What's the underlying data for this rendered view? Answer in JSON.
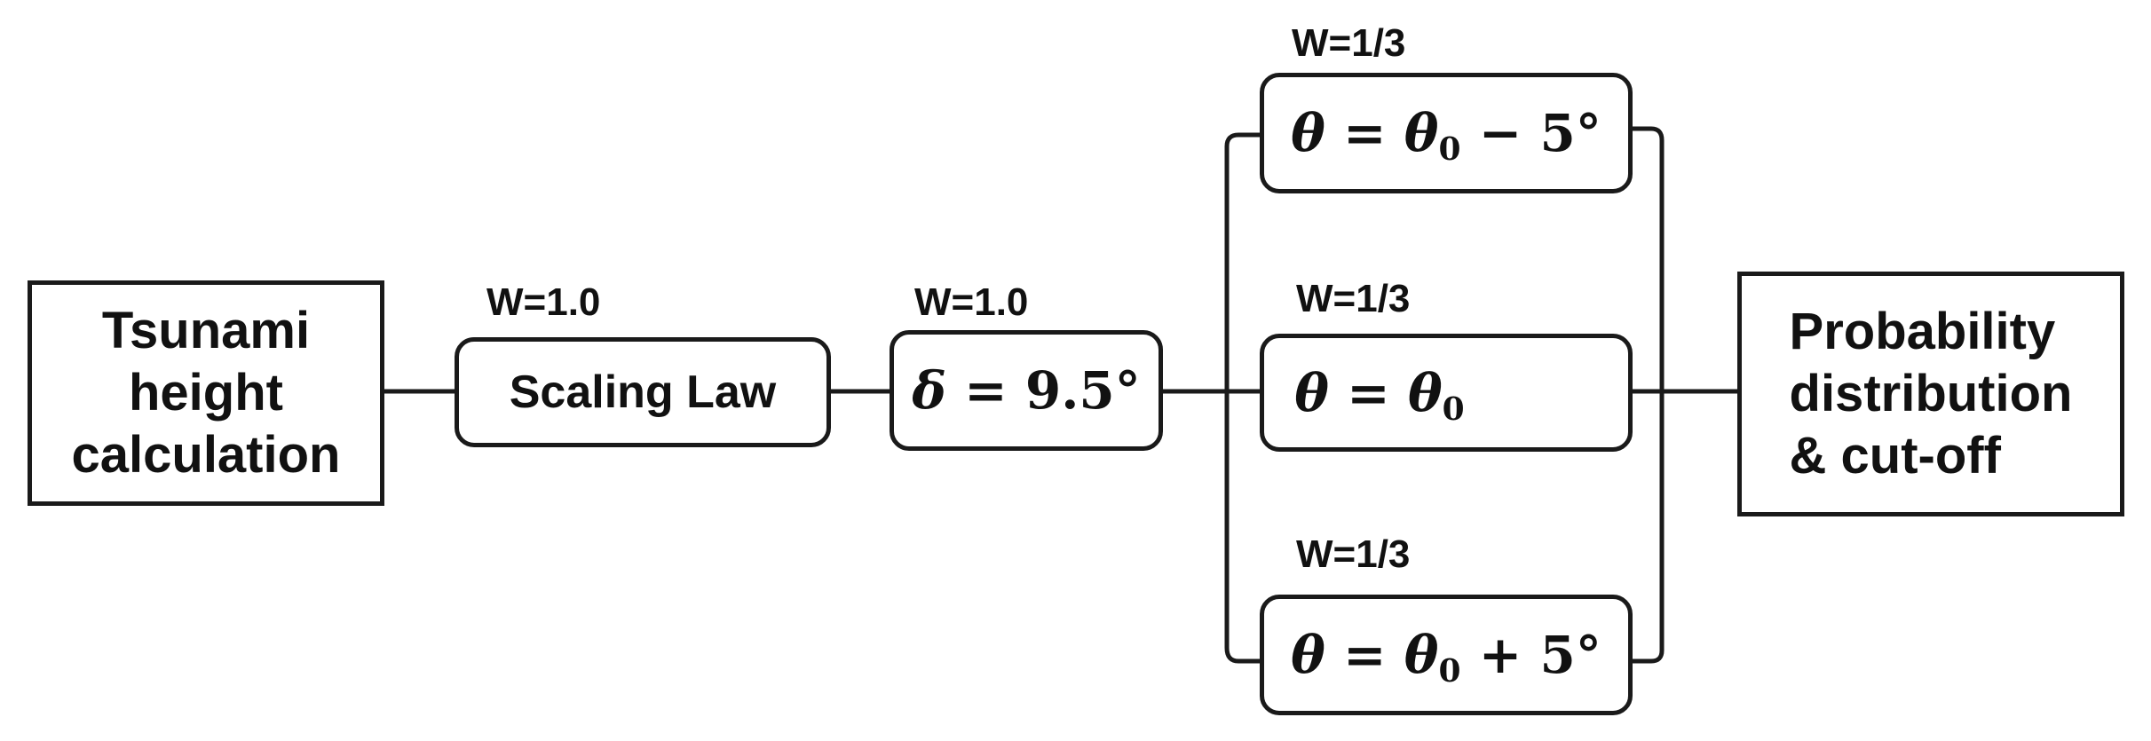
{
  "nodes": {
    "start": {
      "lines": [
        "Tsunami",
        "height",
        "calculation"
      ]
    },
    "scaling": {
      "label": "Scaling Law",
      "weight": "W=1.0"
    },
    "dip": {
      "symbol": "δ",
      "rest": " = 9.5°",
      "weight": "W=1.0"
    },
    "strike_minus": {
      "lhs": "θ",
      "eq": " = ",
      "base": "θ",
      "sub": "0",
      "tail": " − 5°",
      "weight": "W=1/3"
    },
    "strike_zero": {
      "lhs": "θ",
      "eq": " = ",
      "base": "θ",
      "sub": "0",
      "tail": "",
      "weight": "W=1/3"
    },
    "strike_plus": {
      "lhs": "θ",
      "eq": " = ",
      "base": "θ",
      "sub": "0",
      "tail": " + 5°",
      "weight": "W=1/3"
    },
    "end": {
      "lines": [
        "Probability",
        "distribution",
        "& cut-off"
      ]
    }
  },
  "colors": {
    "stroke": "#1a1a1a",
    "text": "#111111",
    "background": "#ffffff"
  }
}
